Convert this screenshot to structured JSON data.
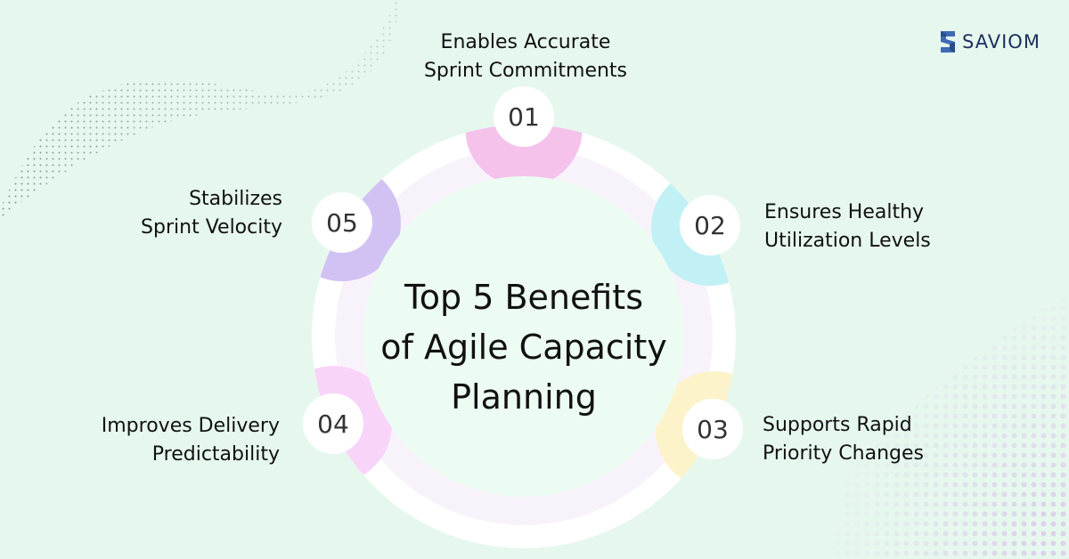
{
  "brand": {
    "name": "SAVIOM",
    "color": "#2b4a8b"
  },
  "title": {
    "line1": "Top 5 Benefits",
    "line2": "of Agile Capacity",
    "line3": "Planning"
  },
  "items": [
    {
      "number": "01",
      "line1": "Enables Accurate",
      "line2": "Sprint Commitments",
      "color": "#f5c2ec"
    },
    {
      "number": "02",
      "line1": "Ensures Healthy",
      "line2": "Utilization Levels",
      "color": "#c2f1f5"
    },
    {
      "number": "03",
      "line1": "Supports Rapid",
      "line2": "Priority Changes",
      "color": "#fcf3cb"
    },
    {
      "number": "04",
      "line1": "Improves Delivery",
      "line2": "Predictability",
      "color": "#f8d5f8"
    },
    {
      "number": "05",
      "line1": "Stabilizes",
      "line2": "Sprint Velocity",
      "color": "#d2c2f3"
    }
  ],
  "colors": {
    "background": "#e6f8ee",
    "ring_outer": "#ffffff",
    "ring_inner": "#f8f3fb",
    "center_fill": "#edfcf2"
  }
}
